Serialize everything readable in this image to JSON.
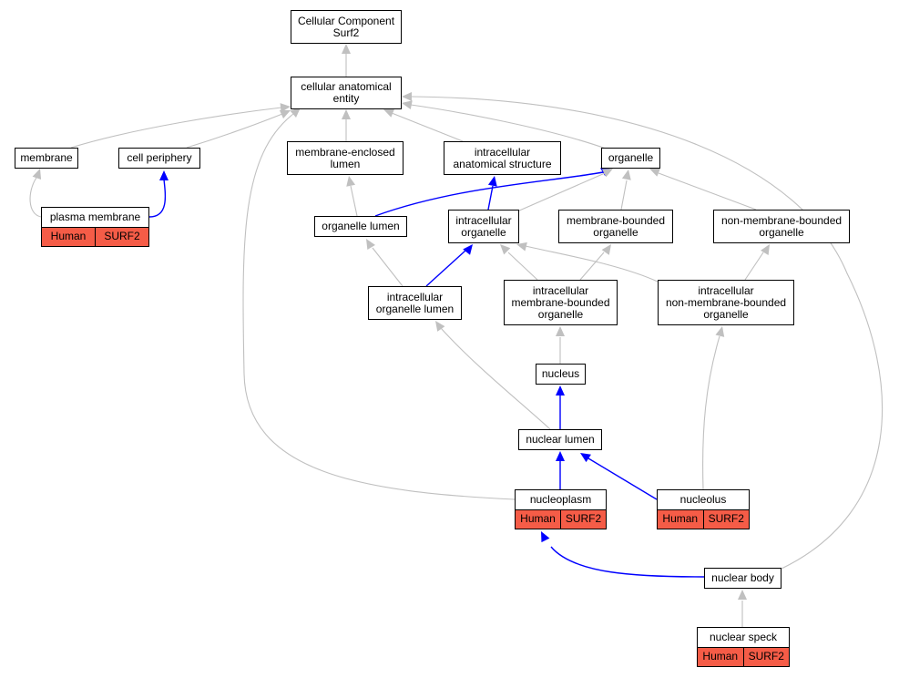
{
  "colors": {
    "edge_gray": "#c0c0c0",
    "edge_blue": "#0000ff",
    "annotation": "#f55c47"
  },
  "nodes": {
    "root": {
      "label": "Cellular Component\nSurf2"
    },
    "cae": {
      "label": "cellular anatomical\nentity"
    },
    "membrane": {
      "label": "membrane"
    },
    "cellPeriphery": {
      "label": "cell periphery"
    },
    "mel": {
      "label": "membrane-enclosed\nlumen"
    },
    "ias": {
      "label": "intracellular\nanatomical structure"
    },
    "organelle": {
      "label": "organelle"
    },
    "plasmaMembrane": {
      "label": "plasma membrane",
      "organism": "Human",
      "gene": "SURF2"
    },
    "organelleLumen": {
      "label": "organelle lumen"
    },
    "io": {
      "label": "intracellular\norganelle"
    },
    "mbo": {
      "label": "membrane-bounded\norganelle"
    },
    "nmbo": {
      "label": "non-membrane-bounded\norganelle"
    },
    "iol": {
      "label": "intracellular\norganelle lumen"
    },
    "imbo": {
      "label": "intracellular\nmembrane-bounded\norganelle"
    },
    "inmbo": {
      "label": "intracellular\nnon-membrane-bounded\norganelle"
    },
    "nucleus": {
      "label": "nucleus"
    },
    "nuclearLumen": {
      "label": "nuclear lumen"
    },
    "nucleoplasm": {
      "label": "nucleoplasm",
      "organism": "Human",
      "gene": "SURF2"
    },
    "nucleolus": {
      "label": "nucleolus",
      "organism": "Human",
      "gene": "SURF2"
    },
    "nuclearBody": {
      "label": "nuclear body"
    },
    "nuclearSpeck": {
      "label": "nuclear speck",
      "organism": "Human",
      "gene": "SURF2"
    }
  },
  "edges": [
    {
      "from": "cae",
      "to": "root",
      "color": "gray"
    },
    {
      "from": "membrane",
      "to": "cae",
      "color": "gray"
    },
    {
      "from": "cellPeriphery",
      "to": "cae",
      "color": "gray"
    },
    {
      "from": "mel",
      "to": "cae",
      "color": "gray"
    },
    {
      "from": "ias",
      "to": "cae",
      "color": "gray"
    },
    {
      "from": "organelle",
      "to": "cae",
      "color": "gray"
    },
    {
      "from": "nucleoplasm",
      "to": "cae",
      "color": "gray"
    },
    {
      "from": "nuclearBody",
      "to": "cae",
      "color": "gray"
    },
    {
      "from": "plasmaMembrane",
      "to": "membrane",
      "color": "gray"
    },
    {
      "from": "plasmaMembrane",
      "to": "cellPeriphery",
      "color": "blue"
    },
    {
      "from": "organelleLumen",
      "to": "mel",
      "color": "gray"
    },
    {
      "from": "organelleLumen",
      "to": "organelle",
      "color": "blue"
    },
    {
      "from": "io",
      "to": "ias",
      "color": "blue"
    },
    {
      "from": "io",
      "to": "organelle",
      "color": "gray"
    },
    {
      "from": "mbo",
      "to": "organelle",
      "color": "gray"
    },
    {
      "from": "nmbo",
      "to": "organelle",
      "color": "gray"
    },
    {
      "from": "iol",
      "to": "organelleLumen",
      "color": "gray"
    },
    {
      "from": "iol",
      "to": "io",
      "color": "blue"
    },
    {
      "from": "imbo",
      "to": "io",
      "color": "gray"
    },
    {
      "from": "imbo",
      "to": "mbo",
      "color": "gray"
    },
    {
      "from": "inmbo",
      "to": "io",
      "color": "gray"
    },
    {
      "from": "inmbo",
      "to": "nmbo",
      "color": "gray"
    },
    {
      "from": "nucleus",
      "to": "imbo",
      "color": "gray"
    },
    {
      "from": "nuclearLumen",
      "to": "iol",
      "color": "gray"
    },
    {
      "from": "nuclearLumen",
      "to": "nucleus",
      "color": "blue"
    },
    {
      "from": "nucleoplasm",
      "to": "nuclearLumen",
      "color": "blue"
    },
    {
      "from": "nucleolus",
      "to": "nuclearLumen",
      "color": "blue"
    },
    {
      "from": "nucleolus",
      "to": "inmbo",
      "color": "gray"
    },
    {
      "from": "nuclearBody",
      "to": "nucleoplasm",
      "color": "blue"
    },
    {
      "from": "nuclearSpeck",
      "to": "nuclearBody",
      "color": "gray"
    }
  ]
}
